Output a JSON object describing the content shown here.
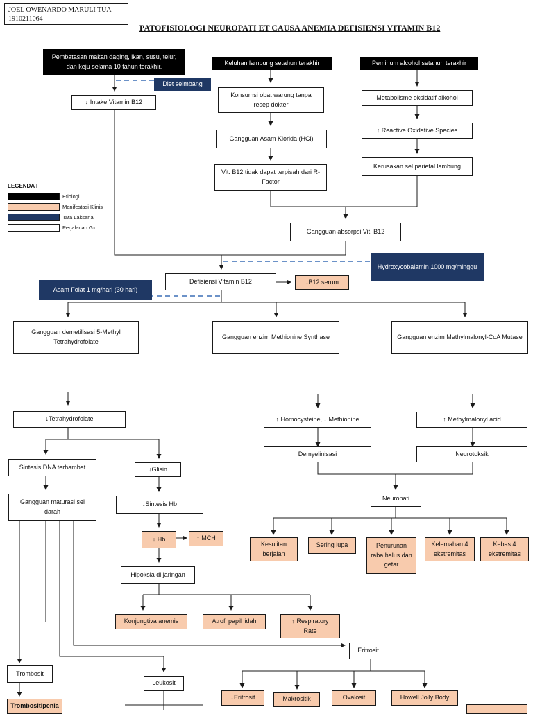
{
  "author": {
    "name": "JOEL OWENARDO MARULI TUA",
    "id": "1910211064"
  },
  "title": "PATOFISIOLOGI NEUROPATI ET CAUSA ANEMIA DEFISIENSI VITAMIN B12",
  "legend": {
    "title": "LEGENDA I",
    "items": [
      {
        "label": "Etiologi",
        "color": "#000000"
      },
      {
        "label": "Manifestasi Klinis",
        "color": "#f8cbad"
      },
      {
        "label": "Tata Laksana",
        "color": "#1f3864"
      },
      {
        "label": "Perjalanan Gx.",
        "color": "#ffffff"
      }
    ]
  },
  "colors": {
    "etiologi": "#000000",
    "manifestasi": "#f8cbad",
    "tatalaksana": "#1f3864",
    "perjalanan": "#ffffff",
    "dashed_link": "#3b6fb6"
  },
  "nodes": {
    "etio_diet": "Pembatasan makan daging, ikan, susu, telur, dan keju selama 10 tahun terakhir.",
    "etio_gastric": "Keluhan lambung setahun terakhir",
    "etio_alcohol": "Peminum alcohol setahun terakhir",
    "tx_diet": "Diet seimbang",
    "intake": "↓ Intake Vitamin B12",
    "obat": "Konsumsi obat warung tanpa resep dokter",
    "hcl": "Gangguan Asam Klorida (HCl)",
    "rfactor": "Vit. B12 tidak dapat terpisah dari R-Factor",
    "metabolisme": "Metabolisme oksidatif alkohol",
    "ros": "↑ Reactive Oxidative Species",
    "parietal": "Kerusakan sel parietal lambung",
    "absorpsi": "Gangguan absorpsi Vit. B12",
    "tx_hydroxy": "Hydroxycobalamin 1000 mg/minggu",
    "defisiensi": "Defisiensi Vitamin B12",
    "b12serum": "↓B12 serum",
    "tx_folat": "Asam Folat 1 mg/hari (30 hari)",
    "demetilisasi": "Gangguan demetilisasi 5-Methyl Tetrahydrofolate",
    "methionine_synthase": "Gangguan enzim Methionine Synthase",
    "methylmalonyl": "Gangguan enzim Methylmalonyl-CoA Mutase",
    "thf": "↓Tetrahydrofolate",
    "dna": "Sintesis DNA terhambat",
    "glisin": "↓Glisin",
    "maturasi": "Gangguan maturasi sel darah",
    "sintesis_hb": "↓Sintesis Hb",
    "hb": "↓ Hb",
    "mch": "↑ MCH",
    "hipoksia": "Hipoksia di jaringan",
    "konjungtiva": "Konjungtiva anemis",
    "atrofi": "Atrofi papil lidah",
    "rr": "↑ Respiratory Rate",
    "homocysteine": "↑ Homocysteine, ↓ Methionine",
    "methylmalonyl_acid": "↑ Methylmalonyl acid",
    "demyelinisasi": "Demyelinisasi",
    "neurotoksik": "Neurotoksik",
    "neuropati": "Neuropati",
    "berjalan": "Kesulitan berjalan",
    "lupa": "Sering lupa",
    "raba": "Penurunan raba halus dan getar",
    "kelemahan": "Kelemahan 4 ekstremitas",
    "kebas": "Kebas 4 ekstremitas",
    "eritrosit": "Eritrosit",
    "trombosit": "Trombosit",
    "trombositopenia": "Trombositipenia",
    "leukosit": "Leukosit",
    "eritrosit_down": "↓Eritrosit",
    "makrositik": "Makrositik",
    "ovalosit": "Ovalosit",
    "howell": "Howell Jolly Body"
  }
}
